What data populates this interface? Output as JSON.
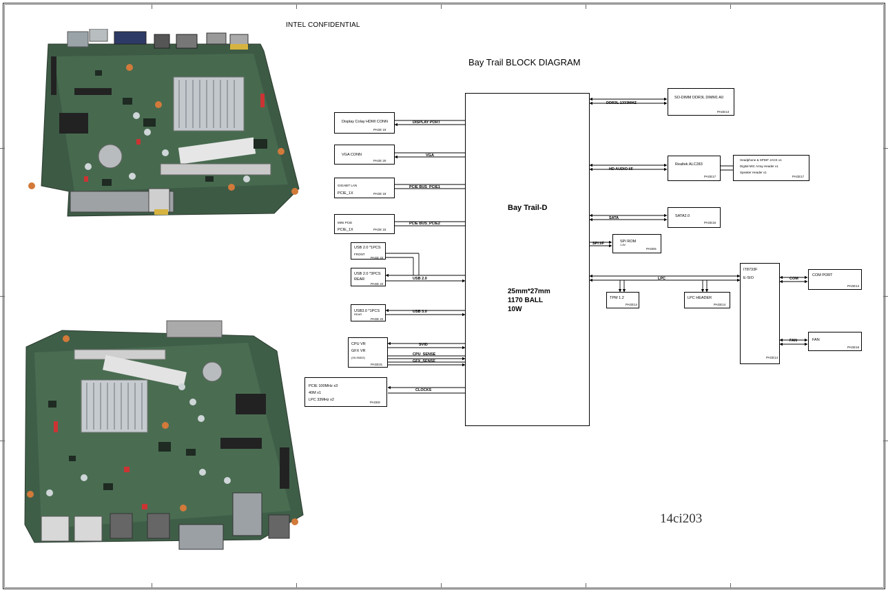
{
  "header": {
    "confidential": "INTEL CONFIDENTIAL",
    "title": "Bay Trail BLOCK DIAGRAM"
  },
  "cpu": {
    "name": "Bay Trail-D",
    "package_line1": "25mm*27mm",
    "package_line2": "1170 BALL",
    "power": "10W"
  },
  "left_blocks": {
    "display": {
      "label": "Display Colay HDMI CONN",
      "page": "PAGE 19"
    },
    "vga": {
      "label": "VGA CONN",
      "page": "PAGE 20"
    },
    "lan": {
      "label1": "GIGABIT LAN",
      "label2": "PCIE_1X",
      "page": "PAGE 18"
    },
    "minipcie": {
      "label1": "MINI PCIE",
      "label2": "PCIE_1X",
      "page": "PAGE 15"
    },
    "usb_front": {
      "label1": "USB 2.0 *1PCS",
      "label2": "FRONT",
      "page": "PAGE 22"
    },
    "usb_rear": {
      "label1": "USB 2.0 *3PCS",
      "label2": "REAR",
      "page": "PAGE 22"
    },
    "usb3": {
      "label1": "USB3.0 *1PCS",
      "label2": "REAR",
      "page": "PAGE 22"
    },
    "vr": {
      "label1": "CPU VR",
      "label2": "GFX VR",
      "label3": "(ISL95833)",
      "page": "PAGE31"
    },
    "clocks": {
      "label1": "PCIE 100MHz x3",
      "label2": "40M x1",
      "label3": "LPC 33MHz x2",
      "page": "PAGE8"
    }
  },
  "left_links": {
    "display": "DISPLAY PORT",
    "vga": "VGA",
    "lan": "PCIE BUS_PCIE1",
    "minipcie": "PCIE BUS_PCIE2",
    "usb2": "USB 2.0",
    "usb3": "USB 3.0",
    "svid": "SVID",
    "cpu_sense": "CPU_SENSE",
    "gfx_sense": "GFX_SENSE",
    "clocks": "CLOCKS"
  },
  "right_blocks": {
    "sodimm": {
      "label": "SO-DIMM DDR3L DIMM1 A0",
      "page": "PAGE13"
    },
    "audio": {
      "label": "Realtek ALC283",
      "page": "PAGE17"
    },
    "audio_jacks": {
      "line1": "Headphone & SPDIF JACK x1",
      "line2": "Digital MIC Array Header x1",
      "line3": "Speaker Header x1",
      "page": "PAGE17"
    },
    "sata": {
      "label": "SATA2.0",
      "page": "PAGE16"
    },
    "spirom": {
      "label1": "SPI ROM",
      "label2": "1.8V",
      "page": "PAGE6"
    },
    "tpm": {
      "label": "TPM 1.2",
      "page": "PAGE14"
    },
    "lpc_header": {
      "label": "LPC HEADER",
      "page": "PAGE14"
    },
    "sio": {
      "label1": "IT8733F",
      "label2": "E-SIO",
      "page": "PAGE14"
    },
    "com": {
      "label": "COM PORT",
      "page": "PAGE14"
    },
    "fan": {
      "label": "FAN",
      "page": "PAGE16"
    }
  },
  "right_links": {
    "ddr": "DDR3L 1333MHZ",
    "hda": "HD AUDIO I/F",
    "sata": "SATA",
    "spi": "SPI I/F",
    "lpc": "LPC",
    "com": "COM",
    "fan": "FAN"
  },
  "footer": {
    "code": "14ci203"
  }
}
